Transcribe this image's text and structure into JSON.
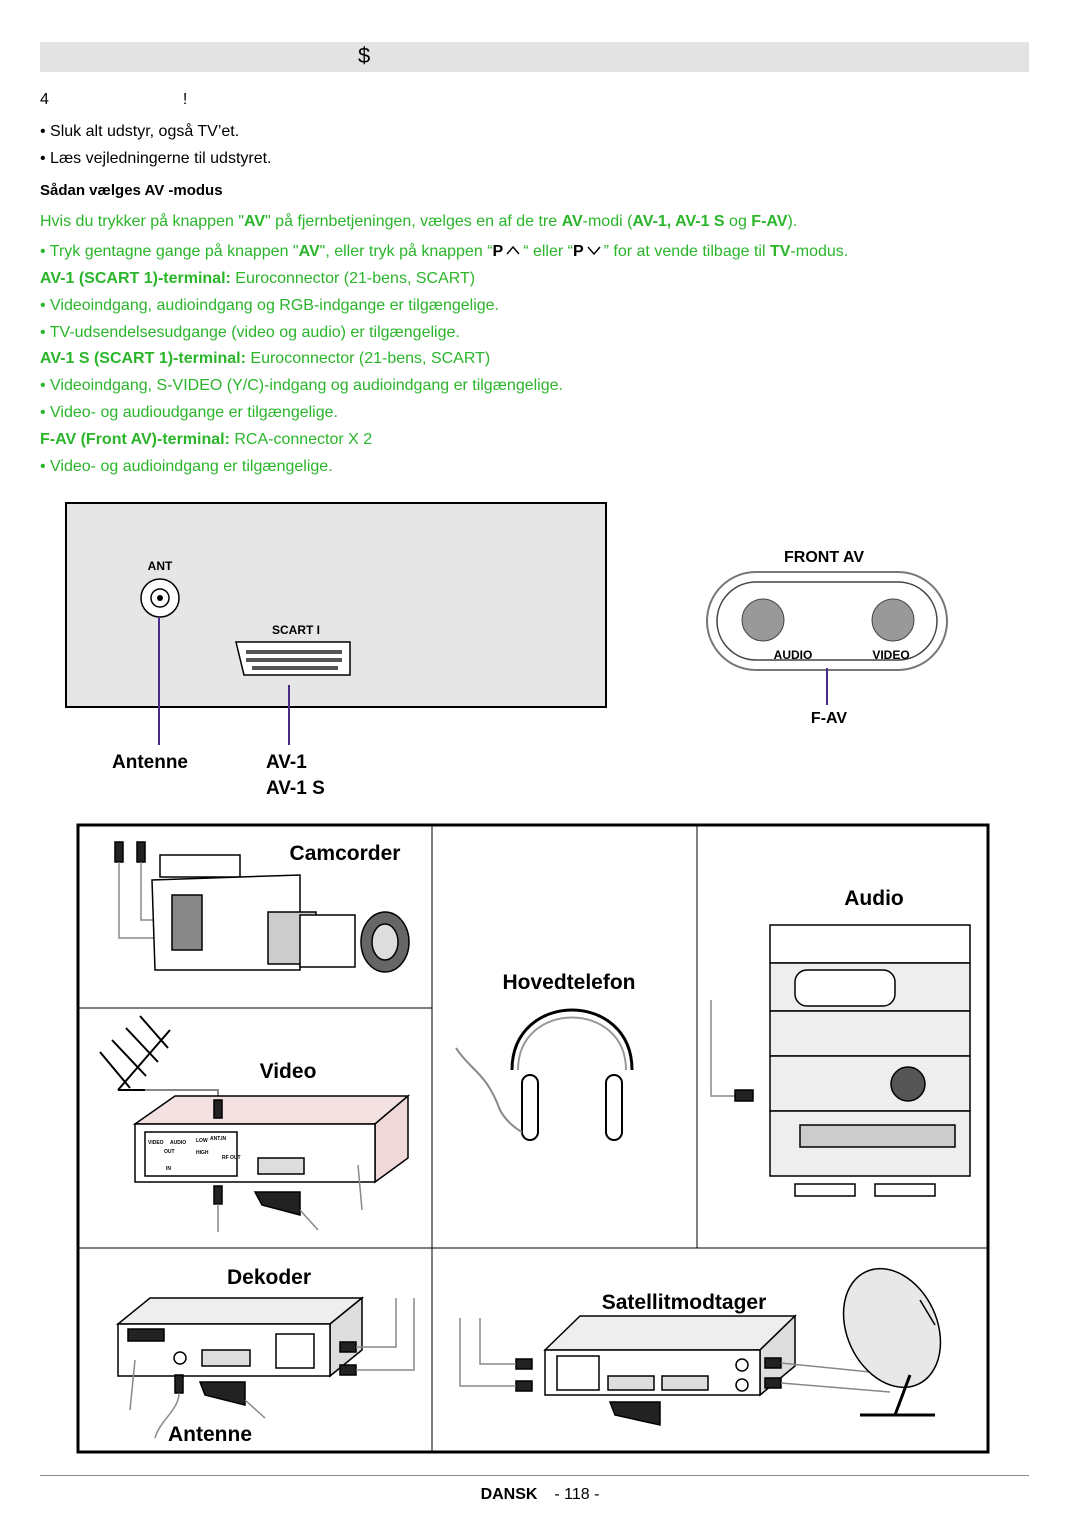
{
  "header": {
    "glyph": "$"
  },
  "intro": {
    "number": "4",
    "mark": "!"
  },
  "bullets_black": [
    "• Sluk alt udstyr, også TV’et.",
    "• Læs vejledningerne til udstyret."
  ],
  "section_title": "Sådan vælges AV -modus",
  "para1": {
    "t1": "Hvis du trykker på knappen \"",
    "av": "AV",
    "t2": "\" på fjernbetjeningen, vælges en af de tre ",
    "av2": "AV",
    "t3": "-modi (",
    "modes": "AV-1, AV-1 S",
    "t4": " og ",
    "fav": "F-AV",
    "t5": ")."
  },
  "para2": {
    "t1": "• Tryk gentagne gange på knappen \"",
    "av": "AV",
    "t2": "\", eller tryk på knappen “",
    "p1": "P",
    "t3": "“ eller “",
    "p2": "P",
    "t4": "” for at vende tilbage til ",
    "tv": "TV",
    "t5": "-modus."
  },
  "terminals": [
    {
      "name": "AV-1 (SCART 1)-terminal:",
      "desc": " Euroconnector (21-bens, SCART)",
      "items": [
        "• Videoindgang, audioindgang og RGB-indgange er tilgængelige.",
        "• TV-udsendelsesudgange (video og audio) er tilgængelige."
      ]
    },
    {
      "name": "AV-1 S (SCART 1)-terminal:",
      "desc": " Euroconnector (21-bens, SCART)",
      "items": [
        "• Videoindgang, S-VIDEO (Y/C)-indgang og audioindgang er tilgængelige.",
        "• Video- og audioudgange er tilgængelige."
      ]
    },
    {
      "name": "F-AV (Front AV)-terminal:",
      "desc": " RCA-connector X 2",
      "items": [
        "• Video- og audioindgang er tilgængelige."
      ]
    }
  ],
  "diagram": {
    "ant": "ANT",
    "scart": "SCART I",
    "front_av": "FRONT AV",
    "audio": "AUDIO",
    "video": "VIDEO",
    "fav": "F-AV",
    "antenne": "Antenne",
    "av1": "AV-1",
    "av1s": "AV-1 S"
  },
  "devices": {
    "camcorder": "Camcorder",
    "audio": "Audio",
    "hovedtelefon": "Hovedtelefon",
    "video": "Video",
    "dekoder": "Dekoder",
    "satellit": "Satellitmodtager",
    "antenne": "Antenne",
    "vcr_video": "VIDEO",
    "vcr_audio": "AUDIO",
    "vcr_out": "OUT",
    "vcr_in": "IN",
    "vcr_antin": "ANT.IN",
    "vcr_rfout": "RF OUT",
    "vcr_low": "LOW",
    "vcr_high": "HIGH"
  },
  "footer": {
    "lang": "DANSK",
    "page": "- 118 -"
  },
  "colors": {
    "green": "#2ab52a",
    "line_purple": "#4b2a8c",
    "panel_gray": "#e6e6e6"
  }
}
